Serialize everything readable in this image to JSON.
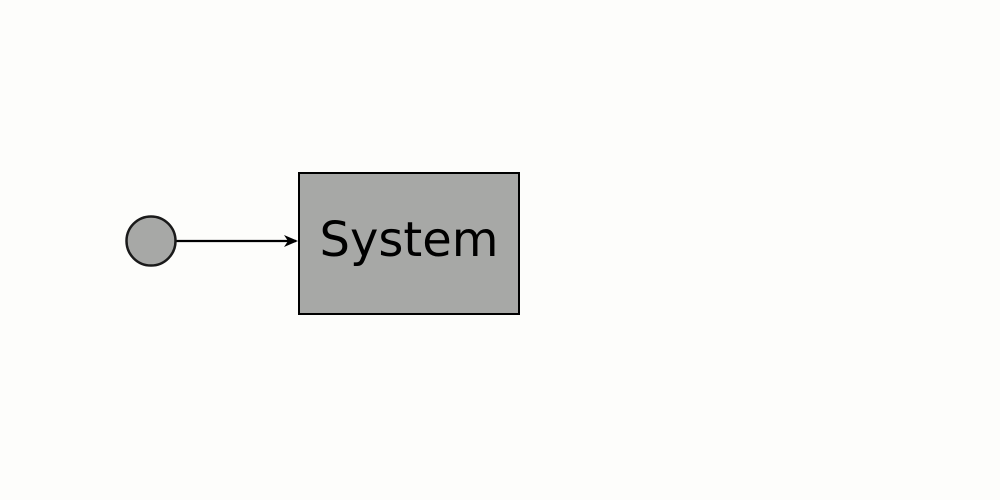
{
  "diagram": {
    "node": {
      "label": "System",
      "fill_color": "#a7a8a6",
      "border_color": "#000000"
    },
    "input_port": {
      "shape": "circle",
      "fill_color": "#a7a8a6",
      "border_color": "#1a1a1a"
    },
    "edge": {
      "from": "input_port",
      "to": "node",
      "style": "arrow",
      "color": "#000000"
    },
    "background_color": "#fdfdfb"
  }
}
